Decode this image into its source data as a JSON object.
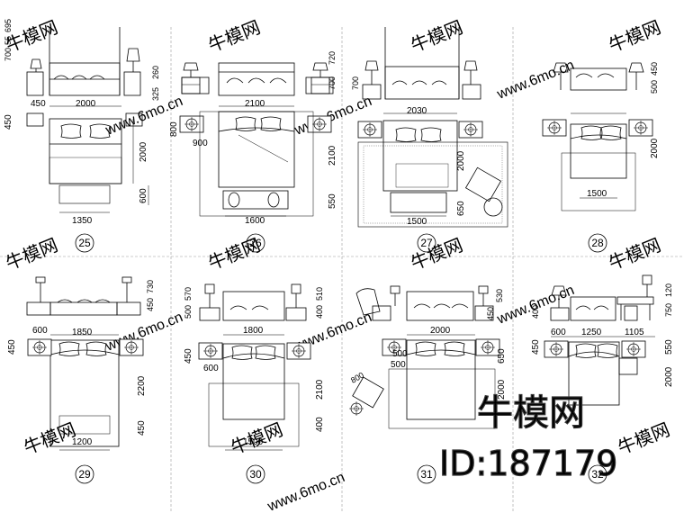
{
  "brand": {
    "name": "牛模网",
    "id_label": "ID:187179",
    "watermark_site": "www.6mo.cn"
  },
  "drawings": [
    {
      "number": "25",
      "dims": [
        "700",
        "55",
        "695",
        "325",
        "260",
        "450",
        "2000",
        "450",
        "2000",
        "600",
        "1350"
      ]
    },
    {
      "number": "26",
      "dims": [
        "2100",
        "800",
        "900",
        "700",
        "720",
        "2100",
        "550",
        "1600"
      ]
    },
    {
      "number": "27",
      "dims": [
        "700",
        "2030",
        "2000",
        "650",
        "1500"
      ]
    },
    {
      "number": "28",
      "dims": [
        "500",
        "450",
        "2000",
        "1500"
      ]
    },
    {
      "number": "29",
      "dims": [
        "450",
        "730",
        "1850",
        "600",
        "450",
        "2200",
        "450",
        "1200"
      ]
    },
    {
      "number": "30",
      "dims": [
        "500",
        "570",
        "400",
        "510",
        "1800",
        "450",
        "600",
        "2100",
        "400",
        "1500"
      ]
    },
    {
      "number": "31",
      "dims": [
        "450",
        "530",
        "2000",
        "500",
        "500",
        "800",
        "650",
        "2000"
      ]
    },
    {
      "number": "32",
      "dims": [
        "400",
        "750",
        "120",
        "600",
        "1250",
        "1105",
        "450",
        "550",
        "2000"
      ]
    }
  ]
}
